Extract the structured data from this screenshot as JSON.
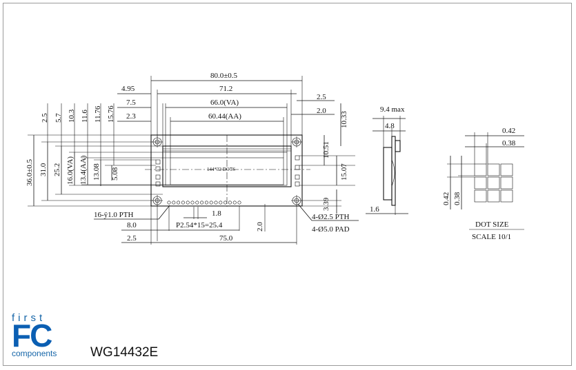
{
  "model": "WG14432E",
  "logo": {
    "first": "first",
    "fc": "FC",
    "components": "components"
  },
  "top_dims": {
    "overall": "80.0±0.5",
    "pcb": "71.2",
    "va": "66.0(VA)",
    "aa": "60.44(AA)",
    "left_495": "4.95",
    "left_75": "7.5",
    "left_23": "2.3",
    "right_25": "2.5",
    "right_20": "2.0",
    "right_1033": "10.33"
  },
  "left_dims": {
    "d25": "2.5",
    "d57": "5.7",
    "d103": "10.3",
    "d116": "11.6",
    "d1176": "11.76",
    "d1576": "15.76",
    "height": "36.0±0.5",
    "d31": "31.0",
    "d252": "25.2",
    "va_h": "16.0(VA)",
    "aa_h": "13.4(AA)",
    "d1308": "13.08",
    "d508": "5.08"
  },
  "right_dims": {
    "d1051": "10.51",
    "d1507": "15.07",
    "d339": "3.39"
  },
  "bottom_dims": {
    "pth": "16-ÿ1.0 PTH",
    "d80": "8.0",
    "d18": "1.8",
    "pitch": "P2.54*15=25.4",
    "d20": "2.0",
    "d25b": "2.5",
    "d75": "75.0",
    "hole_pth": "4-Ø2.5 PTH",
    "hole_pad": "4-Ø5.0 PAD"
  },
  "center_label": "144*32 DOTS",
  "side_view": {
    "max": "9.4 max",
    "d48": "4.8",
    "d16": "1.6"
  },
  "dot_detail": {
    "w042": "0.42",
    "w038": "0.38",
    "h042": "0.42",
    "h038": "0.38",
    "title": "DOT SIZE",
    "scale": "SCALE 10/1"
  }
}
